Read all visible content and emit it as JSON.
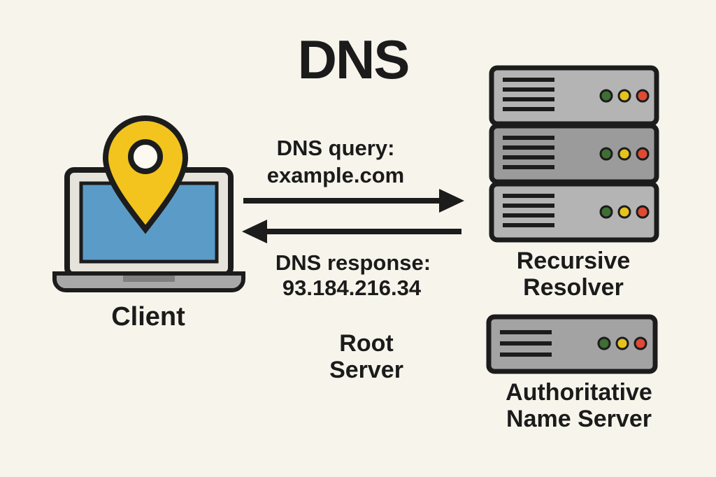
{
  "title": "DNS",
  "client": {
    "label": "Client"
  },
  "query_arrow": {
    "line1": "DNS query:",
    "line2": "example.com"
  },
  "response_arrow": {
    "line1": "DNS response:",
    "line2": "93.184.216.34"
  },
  "recursive_resolver": {
    "line1": "Recursive",
    "line2": "Resolver"
  },
  "root_server": {
    "line1": "Root",
    "line2": "Server"
  },
  "authoritative_server": {
    "line1": "Authoritative",
    "line2": "Name Server"
  },
  "colors": {
    "background": "#f7f4eb",
    "outline": "#1c1c1c",
    "screen_blue": "#5b9bc8",
    "pin_yellow": "#f2c41d",
    "server_light": "#b4b4b4",
    "server_dark": "#9b9b9b",
    "laptop_base": "#a8a8a8",
    "led_green": "#3f6f35",
    "led_yellow": "#e6c31c",
    "led_red": "#e04a33"
  }
}
